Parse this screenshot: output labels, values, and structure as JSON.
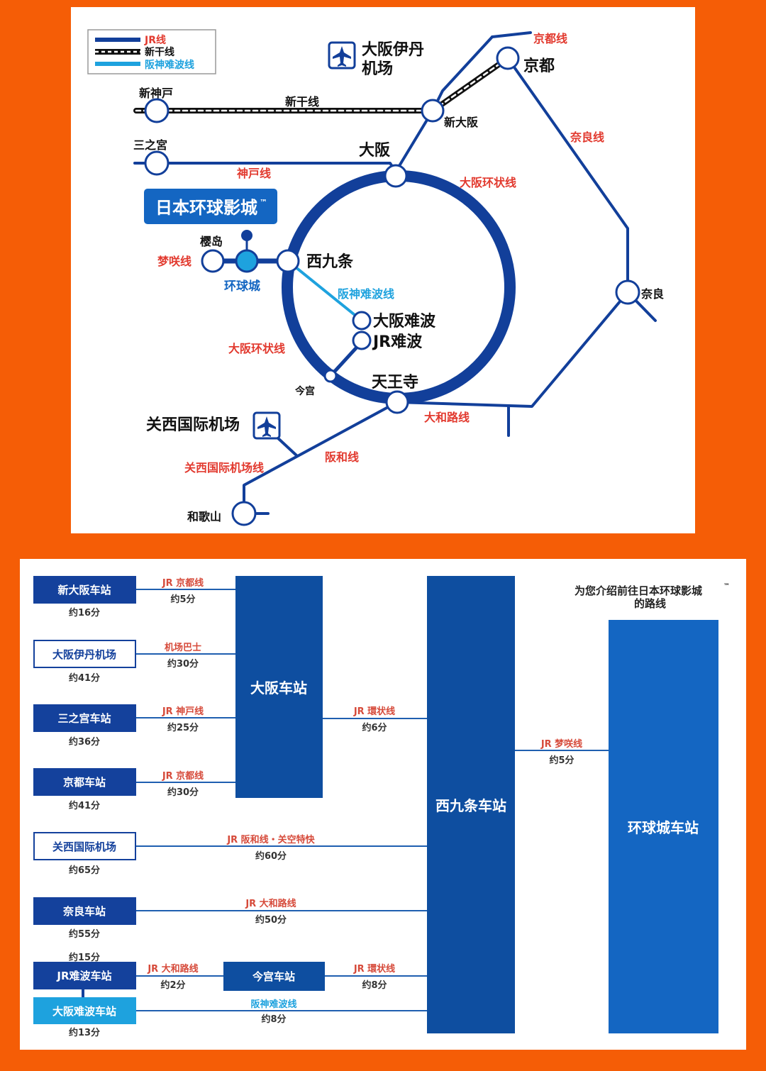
{
  "legend": {
    "jr": "JR线",
    "shinkansen": "新干线",
    "hanshin": "阪神难波线"
  },
  "map": {
    "itami_1": "大阪伊丹",
    "itami_2": "机场",
    "kyoto_line": "京都线",
    "kyoto": "京都",
    "shinkobe": "新神戸",
    "shinkansen_line": "新干线",
    "shinosaka": "新大阪",
    "sannomiya": "三之宮",
    "kobe_line": "神戸线",
    "osaka": "大阪",
    "nara_line": "奈良线",
    "loop_line_1": "大阪环状线",
    "usj": "日本环球影城",
    "tm": "™",
    "sakurajima": "樱岛",
    "yumesaki_line": "梦咲线",
    "universal_city": "环球城",
    "nishikujo": "西九条",
    "hanshin_line": "阪神难波线",
    "nara": "奈良",
    "osaka_namba": "大阪难波",
    "jr_namba": "JR难波",
    "loop_line_2": "大阪环状线",
    "imamiya": "今宫",
    "tennoji": "天王寺",
    "yamatoji_line": "大和路线",
    "kansai_airport": "关西国际机场",
    "hanwa_line": "阪和线",
    "kansai_airport_line": "关西国际机场线",
    "wakayama": "和歌山"
  },
  "routes": {
    "intro_1": "为您介绍前往日本环球影城",
    "intro_tm": "™",
    "intro_2": "的路线",
    "origins": [
      {
        "name": "新大阪车站",
        "total": "约16分",
        "line": "JR 京都线",
        "time": "约5分"
      },
      {
        "name": "大阪伊丹机场",
        "total": "约41分",
        "line": "机场巴士",
        "time": "约30分"
      },
      {
        "name": "三之宫车站",
        "total": "约36分",
        "line": "JR 神戸线",
        "time": "约25分"
      },
      {
        "name": "京都车站",
        "total": "约41分",
        "line": "JR 京都线",
        "time": "约30分"
      },
      {
        "name": "关西国际机场",
        "total": "约65分",
        "line": "JR 阪和线・关空特快",
        "time": "约60分"
      },
      {
        "name": "奈良车站",
        "total": "约55分",
        "line": "JR 大和路线",
        "time": "约50分"
      }
    ],
    "jr_namba_total": "约15分",
    "jr_namba": {
      "name": "JR难波车站",
      "line": "JR 大和路线",
      "time": "约2分"
    },
    "osaka_namba": {
      "name": "大阪难波车站",
      "total": "约13分",
      "line": "阪神难波线",
      "time": "约8分"
    },
    "imamiya": {
      "name": "今宫车站",
      "line": "JR 環状线",
      "time": "约8分"
    },
    "osaka_station": "大阪车站",
    "osaka_to_nishikujo": {
      "line": "JR 環状线",
      "time": "约6分"
    },
    "nishikujo_station": "西九条车站",
    "nishikujo_to_usj": {
      "line": "JR 梦咲线",
      "time": "约5分"
    },
    "universal_station": "环球城车站"
  }
}
